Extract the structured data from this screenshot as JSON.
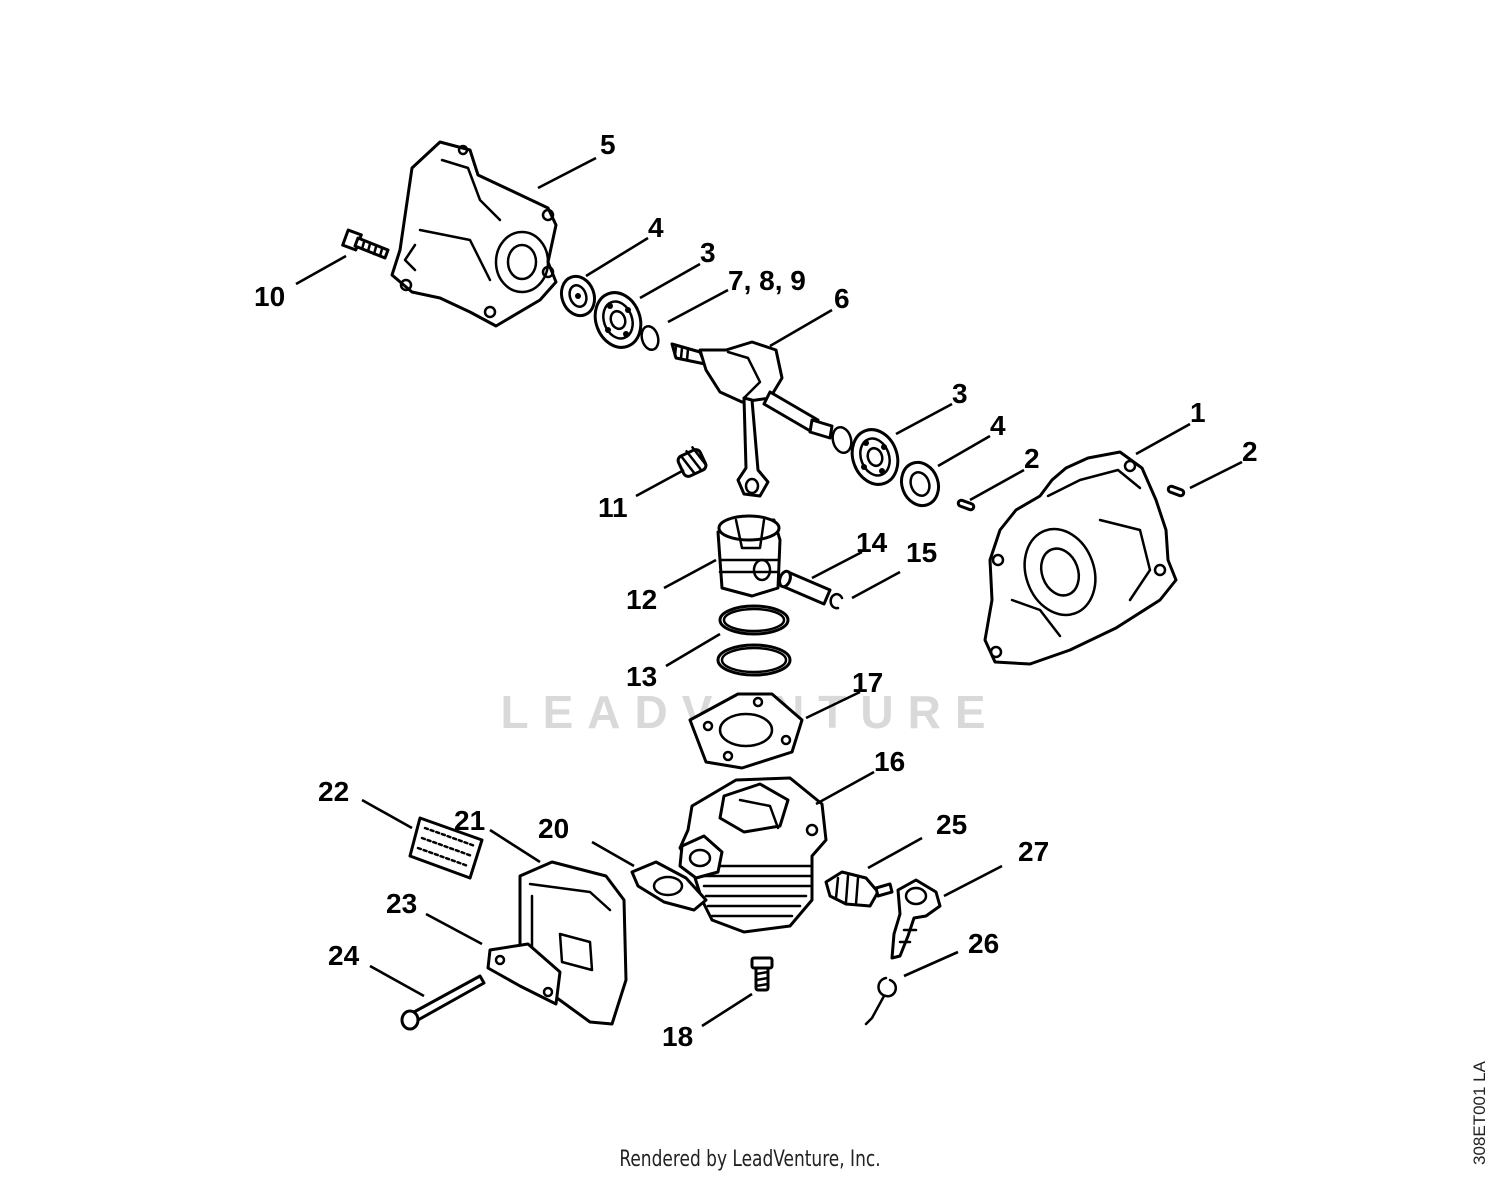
{
  "watermark": "LEADVENTURE",
  "footer": "Rendered by LeadVenture, Inc.",
  "drawing_code": "308ET001 LA",
  "callouts": [
    {
      "id": "c1",
      "label": "1"
    },
    {
      "id": "c2a",
      "label": "2"
    },
    {
      "id": "c2b",
      "label": "2"
    },
    {
      "id": "c3a",
      "label": "3"
    },
    {
      "id": "c3b",
      "label": "3"
    },
    {
      "id": "c4a",
      "label": "4"
    },
    {
      "id": "c4b",
      "label": "4"
    },
    {
      "id": "c5",
      "label": "5"
    },
    {
      "id": "c6",
      "label": "6"
    },
    {
      "id": "c789",
      "label": "7, 8, 9"
    },
    {
      "id": "c10",
      "label": "10"
    },
    {
      "id": "c11",
      "label": "11"
    },
    {
      "id": "c12",
      "label": "12"
    },
    {
      "id": "c13",
      "label": "13"
    },
    {
      "id": "c14",
      "label": "14"
    },
    {
      "id": "c15",
      "label": "15"
    },
    {
      "id": "c16",
      "label": "16"
    },
    {
      "id": "c17",
      "label": "17"
    },
    {
      "id": "c18",
      "label": "18"
    },
    {
      "id": "c20",
      "label": "20"
    },
    {
      "id": "c21",
      "label": "21"
    },
    {
      "id": "c22",
      "label": "22"
    },
    {
      "id": "c23",
      "label": "23"
    },
    {
      "id": "c24",
      "label": "24"
    },
    {
      "id": "c25",
      "label": "25"
    },
    {
      "id": "c26",
      "label": "26"
    },
    {
      "id": "c27",
      "label": "27"
    }
  ]
}
